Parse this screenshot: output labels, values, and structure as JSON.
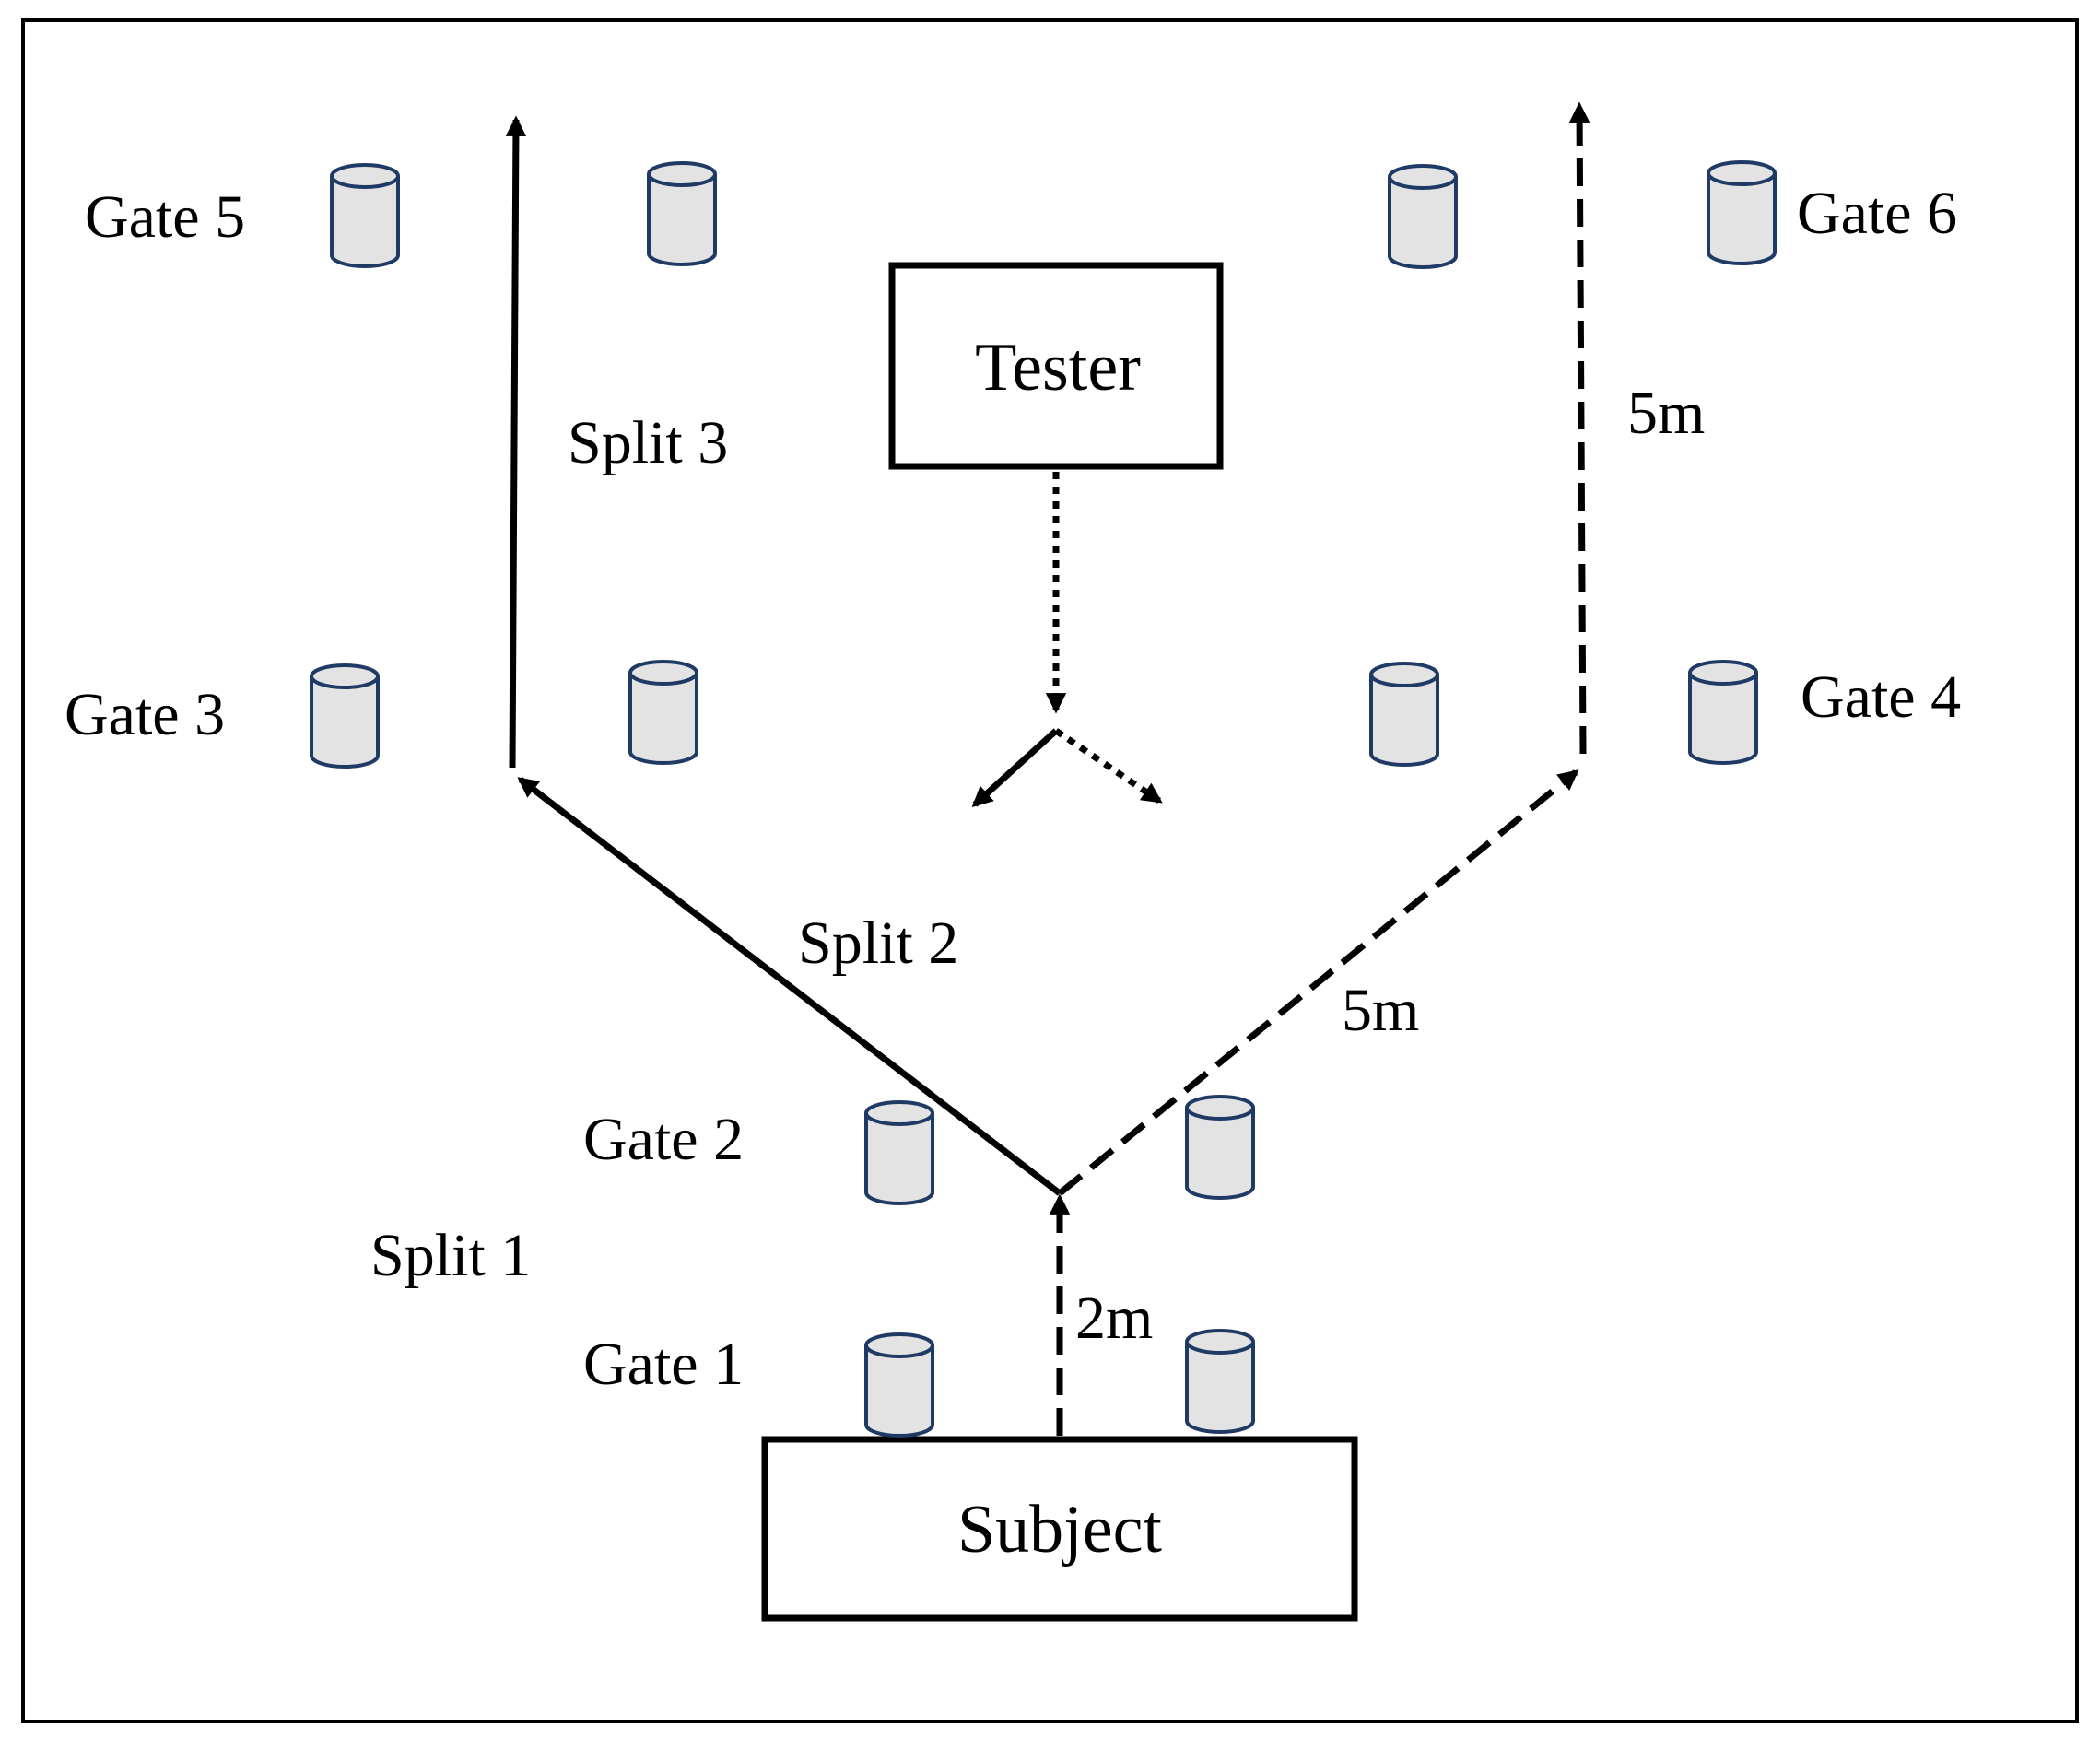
{
  "colors": {
    "line": "#000000",
    "cone_fill": "#e3e3e3",
    "cone_stroke": "#1f3a64",
    "frame": "#000000"
  },
  "boxes": {
    "tester": "Tester",
    "subject": "Subject"
  },
  "gates": {
    "gate_1": "Gate 1",
    "gate_2": "Gate 2",
    "gate_3": "Gate 3",
    "gate_4": "Gate 4",
    "gate_5": "Gate 5",
    "gate_6": "Gate 6"
  },
  "splits": {
    "split_1": "Split 1",
    "split_2": "Split 2",
    "split_3": "Split 3"
  },
  "distances": {
    "start_to_branch": "2m",
    "diagonal_leg": "5m",
    "vertical_leg": "5m"
  },
  "icons": {
    "cone": "cone-icon"
  }
}
